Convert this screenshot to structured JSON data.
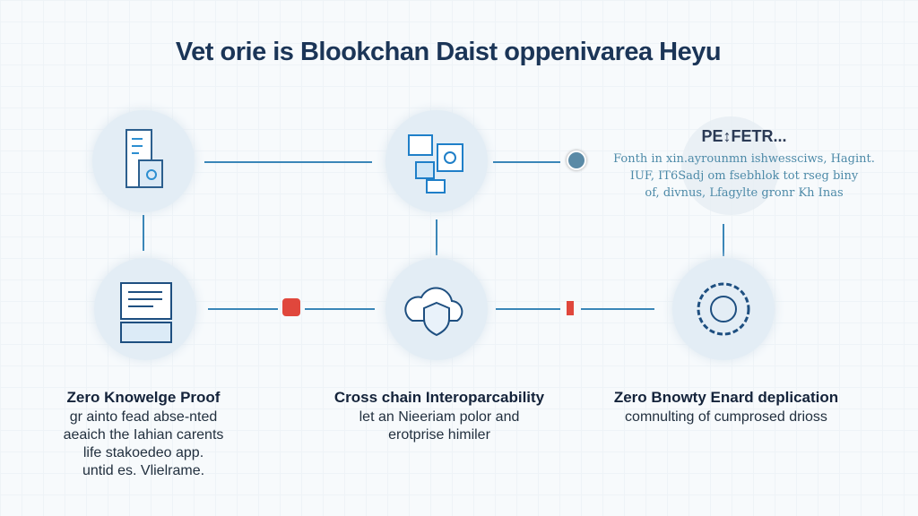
{
  "title": "Vet orie is Blookchan Daist oppenivarea Heyu",
  "note": {
    "heading": "PE↕FETR...",
    "lines": [
      "Fonth in xin.ayrounmn ishwessciws, Hagint.",
      "IUF, IT6Sadj om fsebhlok tot rseg biny",
      "of, divnus, Lfagylte gronr Kh Inas"
    ]
  },
  "steps": [
    {
      "title": "Zero Knowelge Proof",
      "desc": [
        "gr ainto fead abse-nted",
        "aeaich the Iahian carents",
        "life stakoedeo app.",
        "untid es. Vlielrame."
      ]
    },
    {
      "title": "Cross chain Interoparcability",
      "desc": [
        "let an Nieeriam polor and",
        "erotprise himiler"
      ]
    },
    {
      "title": "Zero Bnowty Enard deplication",
      "desc": [
        "comnulting of cumprosed drioss"
      ]
    }
  ],
  "colors": {
    "accent": "#3a86b8",
    "title": "#1b3557",
    "marker": "#e0473c"
  }
}
